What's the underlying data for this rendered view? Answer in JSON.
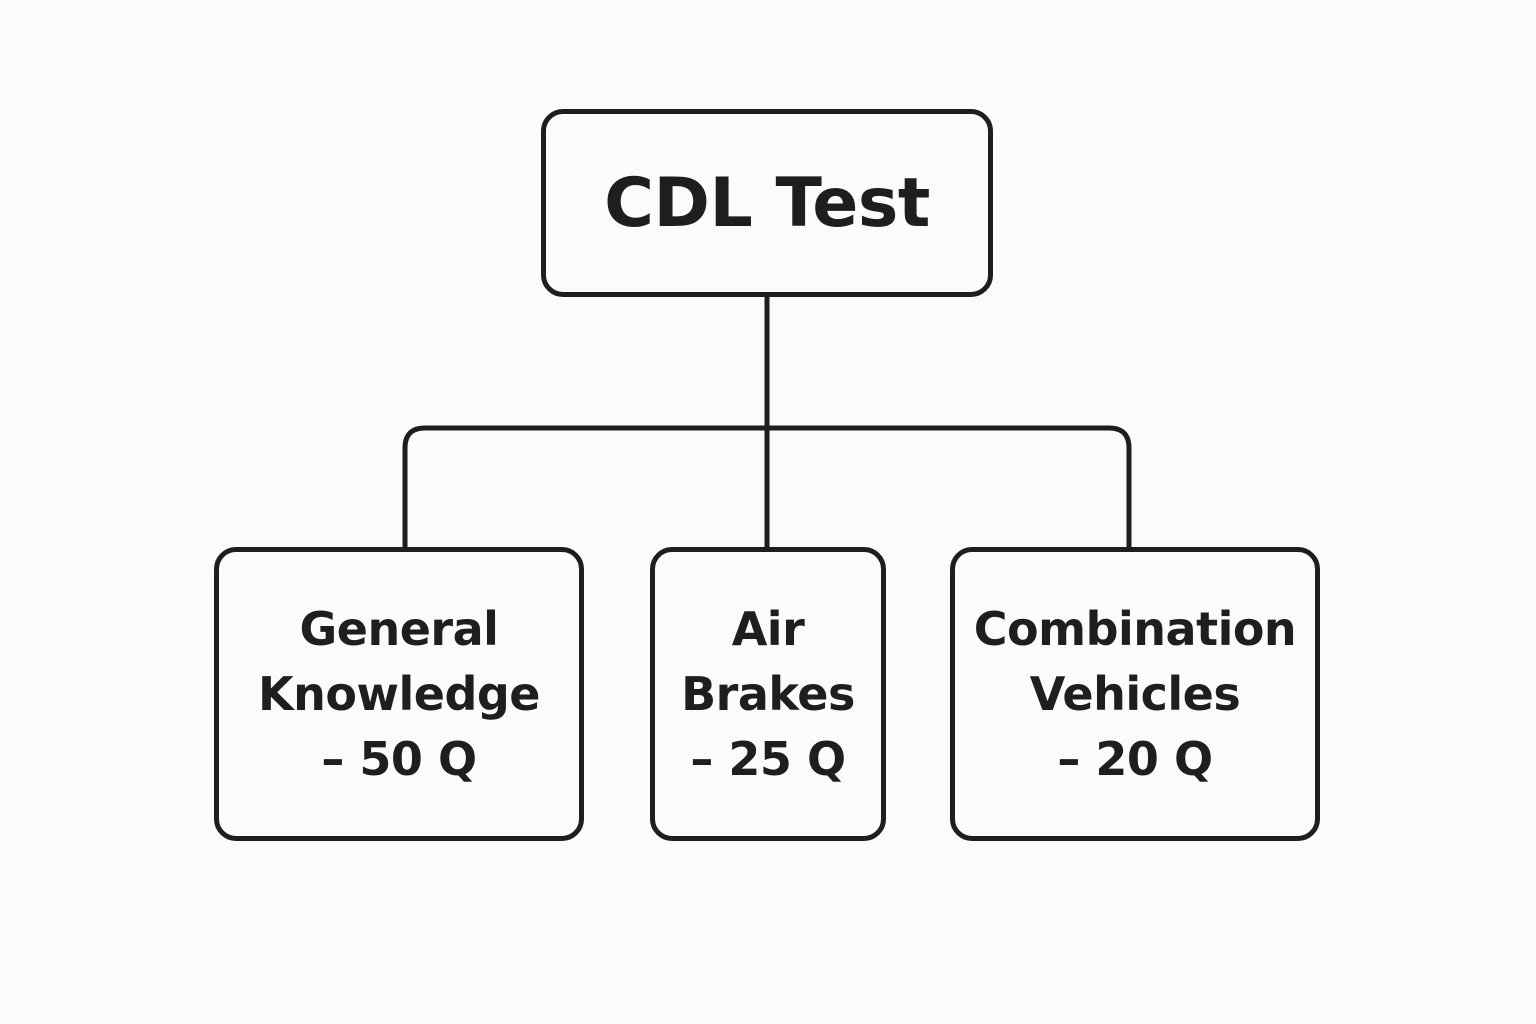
{
  "diagram": {
    "root": {
      "label": "CDL Test"
    },
    "children": [
      {
        "title_line1": "General",
        "title_line2": "Knowledge",
        "count": "– 50 Q"
      },
      {
        "title_line1": "Air",
        "title_line2": "Brakes",
        "count": "– 25 Q"
      },
      {
        "title_line1": "Combination",
        "title_line2": "Vehicles",
        "count": "– 20 Q"
      }
    ],
    "colors": {
      "stroke": "#1e1e1e",
      "background": "#fcfbf9",
      "text": "#1e1e1e"
    }
  }
}
